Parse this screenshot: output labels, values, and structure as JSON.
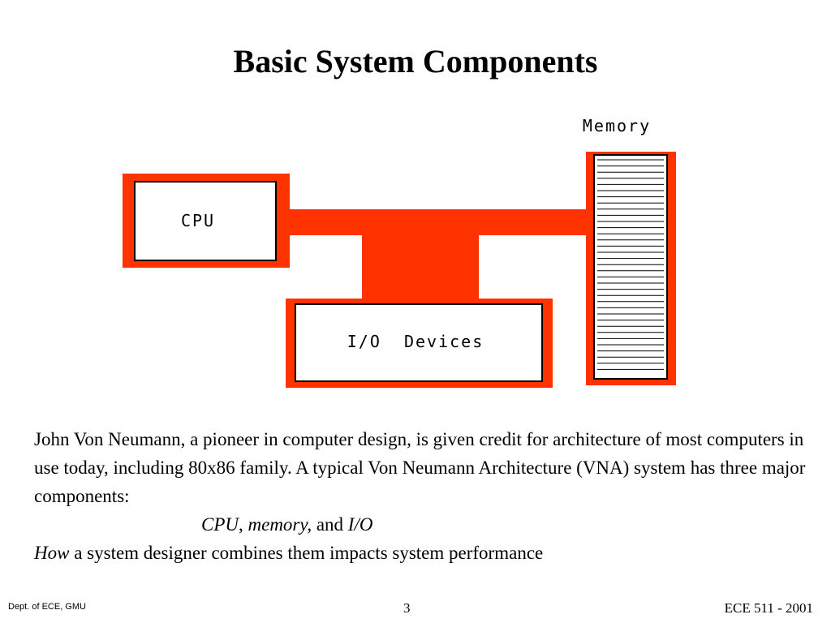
{
  "slide": {
    "title": "Basic System Components"
  },
  "diagram": {
    "memory_label": "Memory",
    "cpu_label": "CPU",
    "io_label": "I/O  Devices",
    "accent_color": "#ff3300"
  },
  "body": {
    "paragraph": "John Von Neumann, a pioneer in computer design, is given credit for architecture of most computers in use today, including 80x86 family. A typical Von Neumann Architecture (VNA) system has three major components:",
    "components": {
      "cpu": "CPU",
      "sep1": ", ",
      "memory": "memory,",
      "and": " and ",
      "io": "I/O"
    },
    "last_line": {
      "how": "How",
      "rest": " a system designer combines them impacts system performance"
    }
  },
  "footer": {
    "left": "Dept. of ECE, GMU",
    "page_number": "3",
    "right": "ECE 511 - 2001"
  }
}
